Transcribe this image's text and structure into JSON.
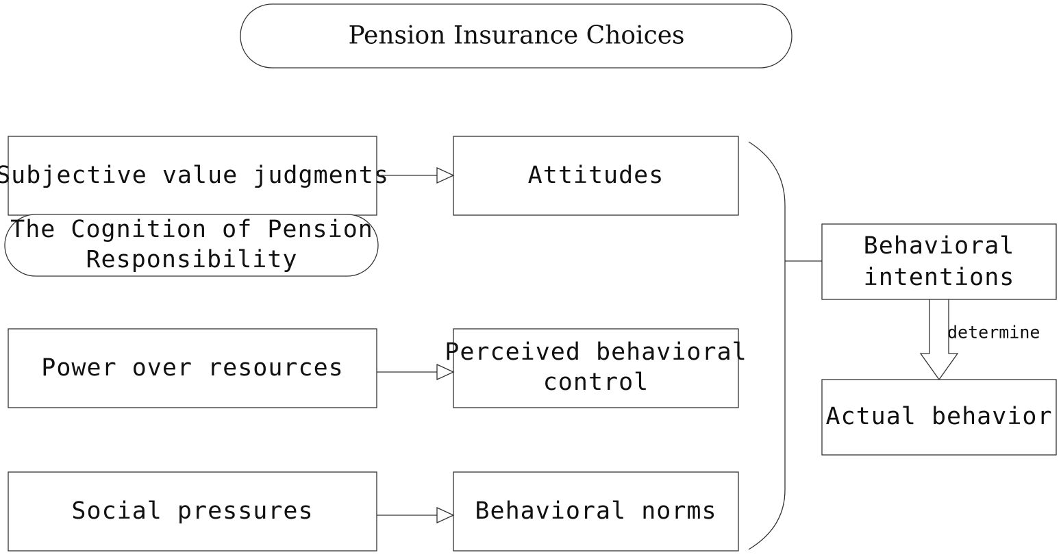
{
  "title": "Pension Insurance Choices",
  "nodes": {
    "subjective_value": "Subjective value judgments",
    "cognition": [
      "The Cognition of Pension",
      "Responsibility"
    ],
    "attitudes": "Attitudes",
    "power_resources": "Power over resources",
    "perceived_control": [
      "Perceived behavioral",
      "control"
    ],
    "social_pressures": "Social pressures",
    "behavioral_norms": "Behavioral norms",
    "behavioral_intentions": [
      "Behavioral",
      "intentions"
    ],
    "actual_behavior": "Actual behavior"
  },
  "edge_labels": {
    "determine": "determine"
  }
}
